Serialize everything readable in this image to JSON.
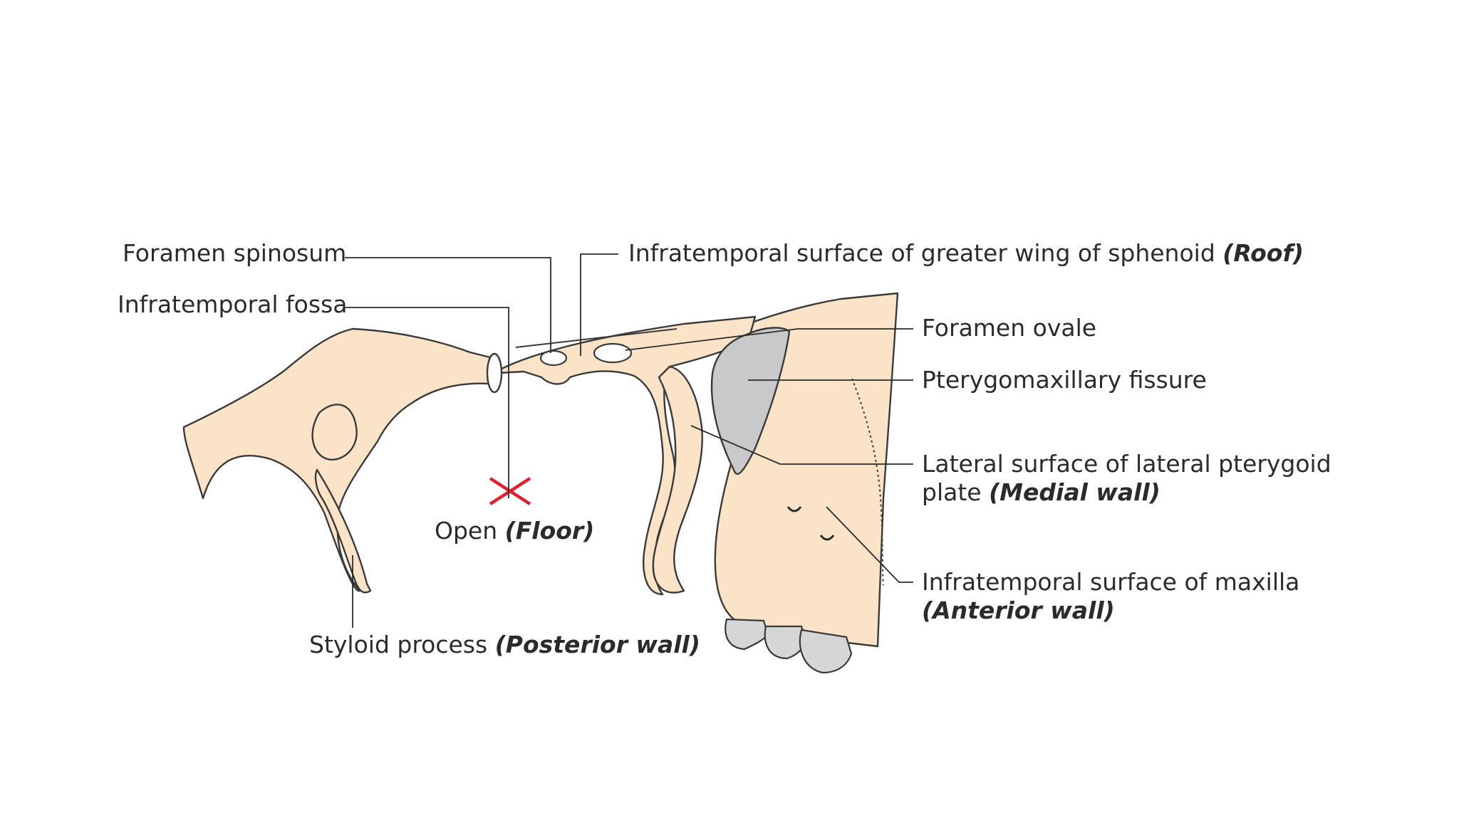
{
  "labels": {
    "foramen_spinosum": "Foramen spinosum",
    "infratemporal_fossa": "Infratemporal fossa",
    "roof_text": "Infratemporal surface of greater wing of sphenoid",
    "roof_em": "(Roof)",
    "foramen_ovale": "Foramen ovale",
    "pterygomaxillary_fissure": "Pterygomaxillary fissure",
    "medial_wall_line1": "Lateral surface of lateral pterygoid",
    "medial_wall_line2_text": "plate",
    "medial_wall_em": "(Medial wall)",
    "anterior_wall_text": "Infratemporal surface of maxilla",
    "anterior_wall_em": "(Anterior wall)",
    "floor_text": "Open",
    "floor_em": "(Floor)",
    "posterior_wall_text": "Styloid process",
    "posterior_wall_em": "(Posterior wall)"
  },
  "colors": {
    "bone": "#fbe3c8",
    "fissure": "#c9c9cb",
    "teeth": "#d6d6d8",
    "open_floor_cross": "#e0202e",
    "text": "#2b2b2b"
  }
}
